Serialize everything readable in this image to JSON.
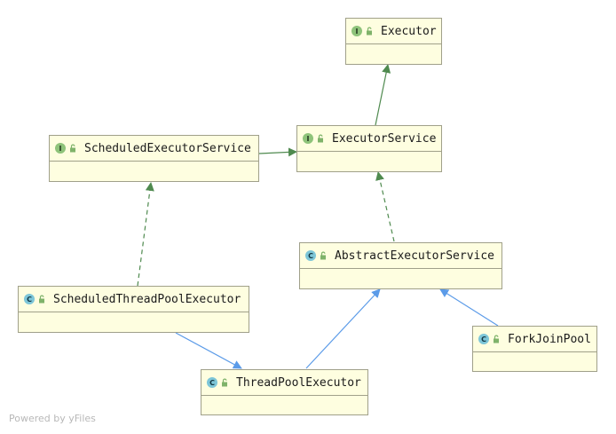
{
  "nodes": {
    "executor": {
      "name": "Executor",
      "kind": "I"
    },
    "executor_service": {
      "name": "ExecutorService",
      "kind": "I"
    },
    "scheduled_executor_service": {
      "name": "ScheduledExecutorService",
      "kind": "I"
    },
    "abstract_executor_service": {
      "name": "AbstractExecutorService",
      "kind": "C"
    },
    "scheduled_thread_pool_executor": {
      "name": "ScheduledThreadPoolExecutor",
      "kind": "C"
    },
    "fork_join_pool": {
      "name": "ForkJoinPool",
      "kind": "C"
    },
    "thread_pool_executor": {
      "name": "ThreadPoolExecutor",
      "kind": "C"
    }
  },
  "edges": [
    {
      "from": "executor_service",
      "to": "executor",
      "type": "extends-interface"
    },
    {
      "from": "scheduled_executor_service",
      "to": "executor_service",
      "type": "extends-interface"
    },
    {
      "from": "abstract_executor_service",
      "to": "executor_service",
      "type": "implements"
    },
    {
      "from": "scheduled_thread_pool_executor",
      "to": "scheduled_executor_service",
      "type": "implements"
    },
    {
      "from": "scheduled_thread_pool_executor",
      "to": "thread_pool_executor",
      "type": "extends-class"
    },
    {
      "from": "thread_pool_executor",
      "to": "abstract_executor_service",
      "type": "extends-class"
    },
    {
      "from": "fork_join_pool",
      "to": "abstract_executor_service",
      "type": "extends-class"
    }
  ],
  "colors": {
    "interface_edge": "#4f8a4f",
    "class_edge": "#5b9be8",
    "node_fill": "#fefee0",
    "node_border": "#a0a08a"
  },
  "footer": "Powered by yFiles"
}
